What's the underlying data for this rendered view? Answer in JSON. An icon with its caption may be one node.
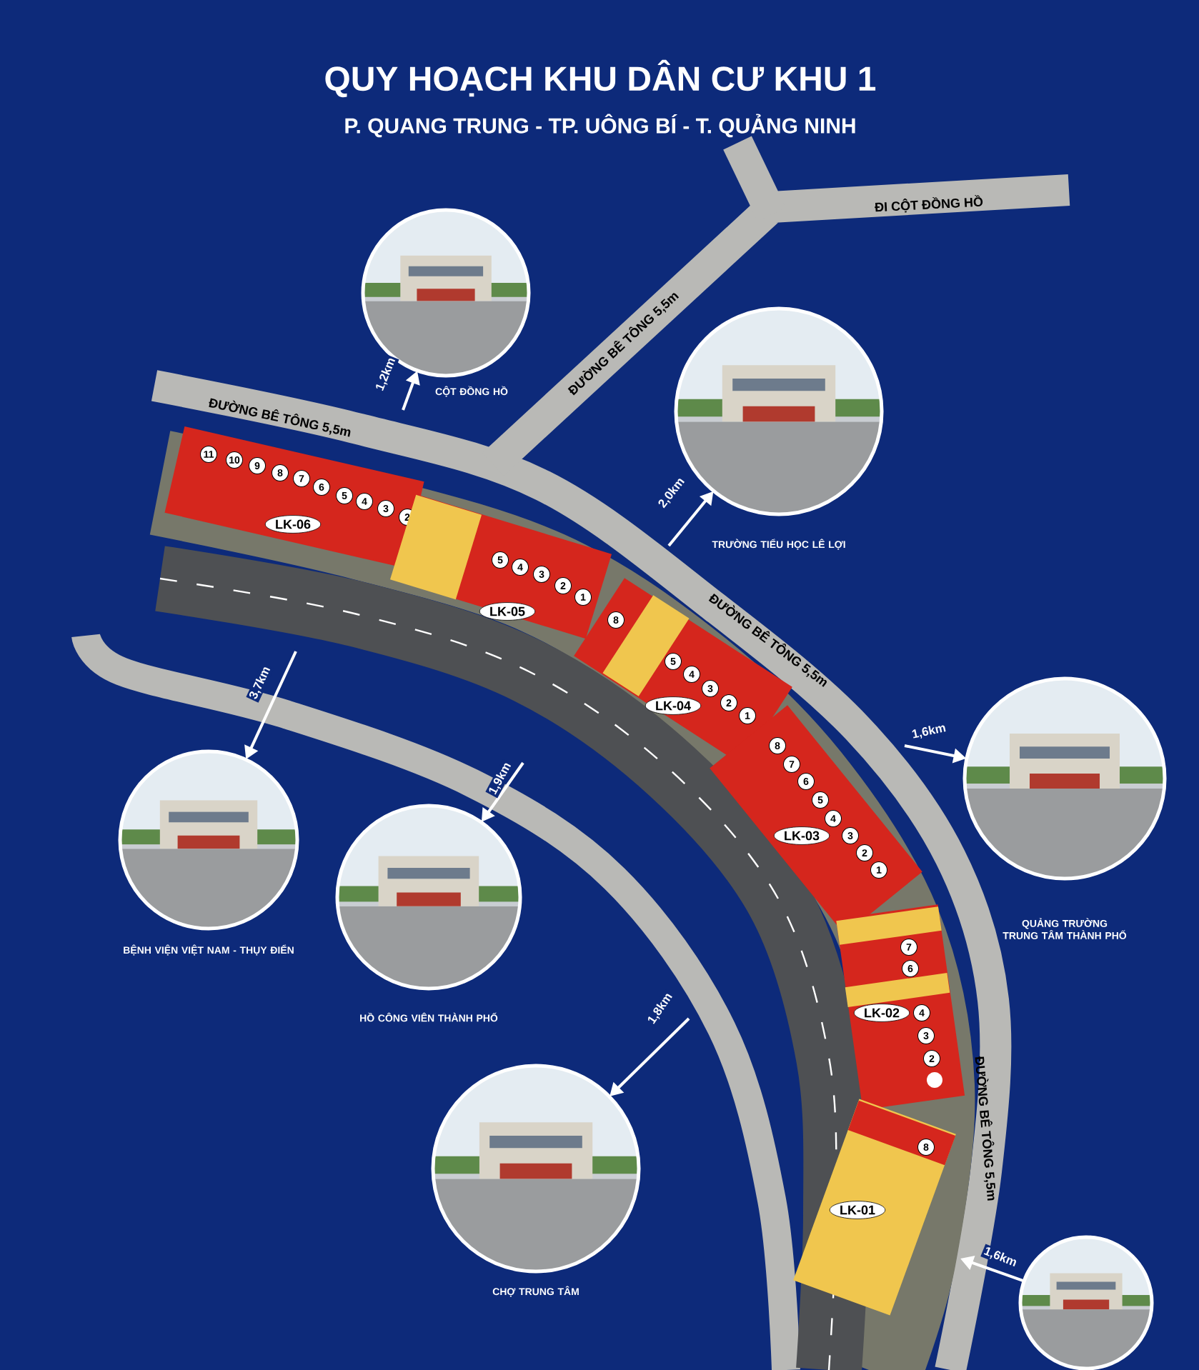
{
  "diagram": {
    "title": "QUY HOẠCH KHU DÂN CƯ KHU 1",
    "nodes": [
      {
        "text": [],
        "shape": "picture",
        "beside": [
          "CỘT ĐỒNG HỒ"
        ]
      },
      {
        "text": [],
        "shape": "picture",
        "beside": [
          "TRƯỜNG TIỂU HỌC LÊ LỢI"
        ]
      },
      {
        "text": [
          "LK-06"
        ]
      },
      {
        "text": [
          "11"
        ],
        "in": 2
      },
      {
        "text": [
          "10"
        ],
        "in": 2
      },
      {
        "text": [
          "9"
        ],
        "in": 2
      },
      {
        "text": [
          "8"
        ],
        "in": 2
      },
      {
        "text": [
          "7"
        ],
        "in": 2
      },
      {
        "text": [
          "6"
        ],
        "in": 2
      },
      {
        "text": [
          "5"
        ],
        "in": 2
      },
      {
        "text": [
          "4"
        ],
        "in": 2
      },
      {
        "text": [
          "3"
        ],
        "in": 2
      },
      {
        "text": [
          "2"
        ],
        "in": 2
      },
      {
        "text": [
          "LK-05"
        ]
      },
      {
        "text": [
          "5"
        ],
        "in": 13
      },
      {
        "text": [
          "4"
        ],
        "in": 13
      },
      {
        "text": [
          "3"
        ],
        "in": 13
      },
      {
        "text": [
          "2"
        ],
        "in": 13
      },
      {
        "text": [
          "1"
        ],
        "in": 13
      },
      {
        "text": [
          "LK-04"
        ]
      },
      {
        "text": [
          "8"
        ],
        "in": 19
      },
      {
        "text": [
          "5"
        ],
        "in": 19
      },
      {
        "text": [
          "4"
        ],
        "in": 19
      },
      {
        "text": [
          "3"
        ],
        "in": 19
      },
      {
        "text": [
          "2"
        ],
        "in": 19
      },
      {
        "text": [
          "1"
        ],
        "in": 19
      },
      {
        "text": [],
        "shape": "picture",
        "beside": [
          "QUẢNG TRƯỜNG TRUNG TÂM THÀNH PHỐ"
        ]
      },
      {
        "text": [],
        "shape": "picture",
        "beside": [
          "BỆNH VIỆN VIỆT NAM - THỤY ĐIỂN"
        ]
      },
      {
        "text": [
          "LK-03"
        ]
      },
      {
        "text": [
          "8"
        ],
        "in": 28
      },
      {
        "text": [
          "7"
        ],
        "in": 28
      },
      {
        "text": [
          "6"
        ],
        "in": 28
      },
      {
        "text": [
          "5"
        ],
        "in": 28
      },
      {
        "text": [
          "4"
        ],
        "in": 28
      },
      {
        "text": [
          "3"
        ],
        "in": 28
      },
      {
        "text": [
          "2"
        ],
        "in": 28
      },
      {
        "text": [
          "1"
        ],
        "in": 28
      },
      {
        "text": [],
        "shape": "picture",
        "beside": [
          "HỒ CÔNG VIÊN THÀNH PHỐ"
        ]
      },
      {
        "text": [
          "LK-02"
        ]
      },
      {
        "text": [
          "7"
        ],
        "in": 38
      },
      {
        "text": [
          "6"
        ],
        "in": 38
      },
      {
        "text": [
          "4"
        ],
        "in": 38
      },
      {
        "text": [
          "3"
        ],
        "in": 38
      },
      {
        "text": [
          "2"
        ],
        "in": 38
      },
      {
        "text": [],
        "shape": "circle",
        "in": 38
      },
      {
        "text": [],
        "shape": "picture",
        "beside": [
          "CHỢ TRUNG TÂM"
        ]
      },
      {
        "text": [
          "LK-01"
        ]
      },
      {
        "text": [
          "8"
        ],
        "in": 46
      },
      {
        "text": [],
        "shape": "picture"
      }
    ],
    "edges": [
      {
        "from": null,
        "to": 0,
        "arrow": "to",
        "label": "1,2km"
      },
      {
        "from": null,
        "to": 1,
        "arrow": "to",
        "label": "2,0km"
      },
      {
        "from": null,
        "to": 26,
        "arrow": "to",
        "label": "1,6km"
      },
      {
        "from": null,
        "to": 27,
        "arrow": "to",
        "label": "3,7km"
      },
      {
        "from": null,
        "to": 37,
        "arrow": "to",
        "label": "1,9km"
      },
      {
        "from": null,
        "to": 45,
        "arrow": "to",
        "label": "1,8km"
      },
      {
        "from": 48,
        "to": null,
        "arrow": "to",
        "label": "1,6km"
      }
    ],
    "labels": [
      "P. QUANG TRUNG - TP. UÔNG BÍ - T. QUẢNG NINH",
      "ĐI CỘT ĐỒNG HỒ",
      "ĐƯỜNG BÊ TÔNG 5,5m",
      "ĐƯỜNG BÊ TÔNG 5,5m",
      "ĐƯỜNG BÊ TÔNG 5,5m",
      "ĐƯỜNG BÊ TÔNG 5,5m"
    ]
  }
}
